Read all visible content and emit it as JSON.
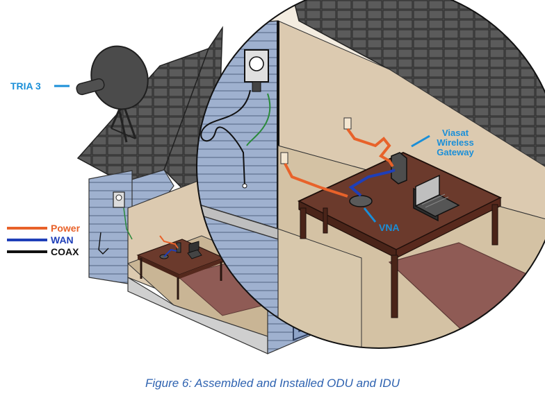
{
  "figure": {
    "caption": "Figure 6: Assembled and Installed ODU and IDU",
    "labels": {
      "tria": "TRIA 3",
      "gateway": "Viasat\nWireless\nGateway",
      "vna": "VNA"
    },
    "legend": [
      {
        "label": "Power",
        "color": "#e8622a"
      },
      {
        "label": "WAN",
        "color": "#1f3fb8"
      },
      {
        "label": "COAX",
        "color": "#111111"
      }
    ],
    "colors": {
      "label_blue": "#1a8fd8",
      "caption_blue": "#2e62b0",
      "roof": "#4e4e4e",
      "siding": "#93a7c7",
      "interior_wall": "#d9c8ae",
      "table": "#6b3a2c",
      "rug": "#8f5b55"
    }
  }
}
